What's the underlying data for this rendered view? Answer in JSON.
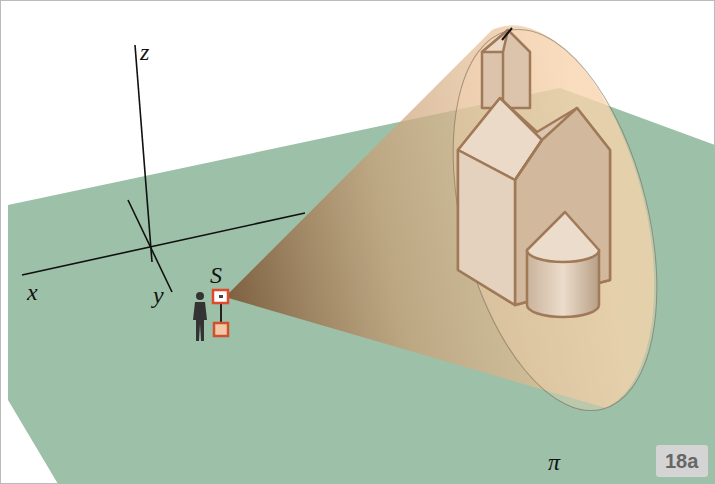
{
  "diagram": {
    "nodes": [
      {
        "text": [
          "18a"
        ]
      }
    ],
    "labels": [
      "z",
      "x",
      "y",
      "S",
      "π"
    ]
  }
}
